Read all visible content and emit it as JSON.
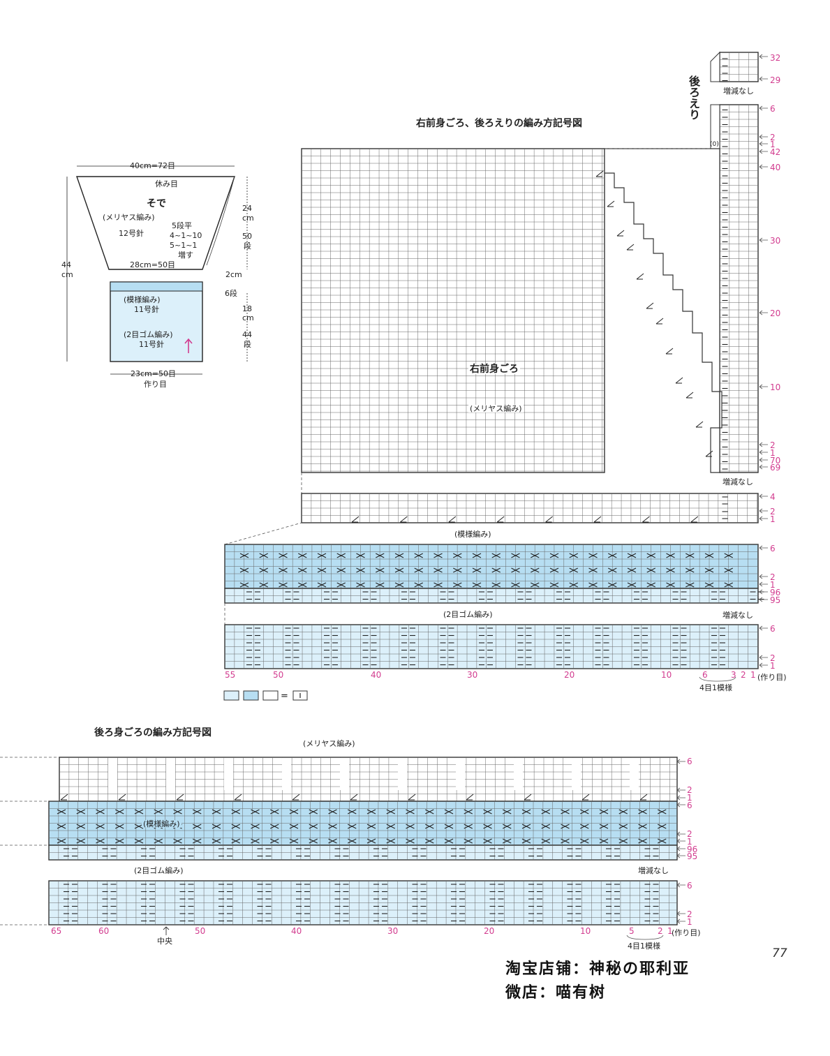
{
  "colors": {
    "light": "#dcf0fa",
    "mid": "#b7def2",
    "grid": "#666666",
    "accent": "#d23c8f"
  },
  "sleeve": {
    "top_width": "40cm=72目",
    "rest": "休み目",
    "title": "そで",
    "stitch": "(メリヤス編み)",
    "needle": "12号針",
    "inc1": "5段平",
    "inc2": "4~1~10",
    "inc3": "5~1~1",
    "inc4": "増す",
    "upper_h1": "24",
    "upper_h2": "cm",
    "upper_h3": "50",
    "upper_h4": "段",
    "mid_width": "28cm=50目",
    "total1": "44",
    "total2": "cm",
    "band_h1": "2cm",
    "band_h2": "6段",
    "pattern": "(模様編み)",
    "pattern_needle": "11号針",
    "rib": "(2目ゴム編み)",
    "rib_needle": "11号針",
    "rib_h1": "18",
    "rib_h2": "cm",
    "rib_h3": "44",
    "rib_h4": "段",
    "bottom_width": "23cm=50目",
    "cast_on": "作り目"
  },
  "front": {
    "title": "右前身ごろ、後ろえりの編み方記号図",
    "body_label": "右前身ごろ",
    "body_stitch": "(メリヤス編み)",
    "collar_label": "後ろえり",
    "no_change_1": "増減なし",
    "no_change_2": "増減なし",
    "no_change_3": "増減なし",
    "pattern_label": "(模様編み)",
    "rib_label": "(2目ゴム編み)",
    "repeat_label": "4目1模様",
    "cast_on": "(作り目)",
    "collar_mark": "(0)",
    "rows_collar_top": [
      "32",
      "29"
    ],
    "rows_collar": [
      "6",
      "2",
      "1",
      "42",
      "40",
      "30",
      "20",
      "10",
      "2",
      "1",
      "70",
      "69"
    ],
    "rows_lower": [
      "4",
      "2",
      "1"
    ],
    "rows_pattern": [
      "6",
      "2",
      "1",
      "96",
      "95"
    ],
    "rows_rib": [
      "6",
      "2",
      "1"
    ],
    "col_numbers": [
      "55",
      "50",
      "40",
      "30",
      "20",
      "10",
      "6",
      "3",
      "2",
      "1"
    ]
  },
  "legend": {
    "equals": "="
  },
  "back": {
    "title": "後ろ身ごろの編み方記号図",
    "stitch": "(メリヤス編み)",
    "pattern_label": "(模様編み)",
    "rib_label": "(2目ゴム編み)",
    "no_change": "増減なし",
    "center": "中央",
    "repeat_label": "4目1模様",
    "cast_on": "(作り目)",
    "rows_top": [
      "6",
      "2",
      "1"
    ],
    "rows_pattern": [
      "6",
      "2",
      "1",
      "96",
      "95"
    ],
    "rows_rib": [
      "6",
      "2",
      "1"
    ],
    "col_numbers": [
      "65",
      "60",
      "50",
      "40",
      "30",
      "20",
      "10",
      "5",
      "2",
      "1"
    ]
  },
  "page_number": "77",
  "shop_line1": "淘宝店铺：神秘の耶利亚",
  "shop_line2": "微店：喵有树"
}
